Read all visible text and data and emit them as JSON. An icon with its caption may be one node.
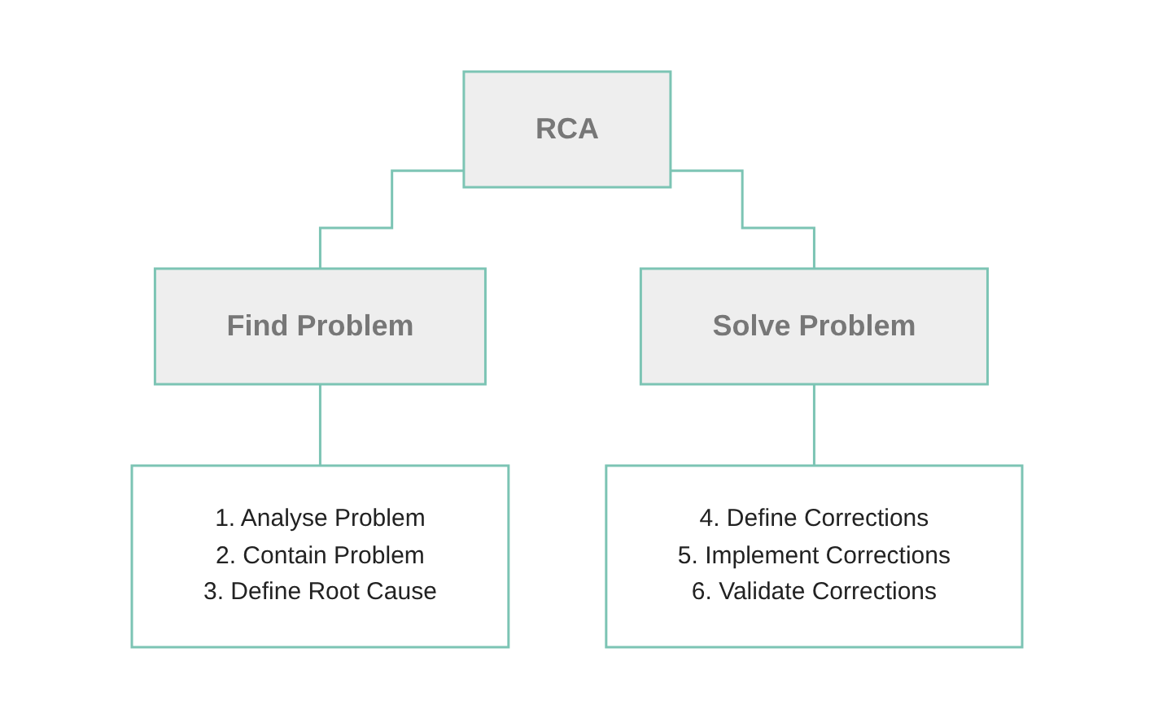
{
  "diagram": {
    "nodes": [
      {
        "text": [
          "RCA"
        ]
      },
      {
        "text": [
          "Find Problem"
        ]
      },
      {
        "text": [
          "Solve Problem"
        ]
      },
      {
        "text": [
          "1. Analyse Problem",
          "2. Contain Problem",
          "3. Define Root Cause"
        ]
      },
      {
        "text": [
          "4.  Define Corrections",
          "5.  Implement Corrections",
          "6. Validate Corrections"
        ]
      }
    ],
    "edges": [
      {
        "from": 0,
        "to": 1,
        "arrow": "none"
      },
      {
        "from": 0,
        "to": 2,
        "arrow": "none"
      },
      {
        "from": 1,
        "to": 3,
        "arrow": "none"
      },
      {
        "from": 2,
        "to": 4,
        "arrow": "none"
      }
    ]
  }
}
